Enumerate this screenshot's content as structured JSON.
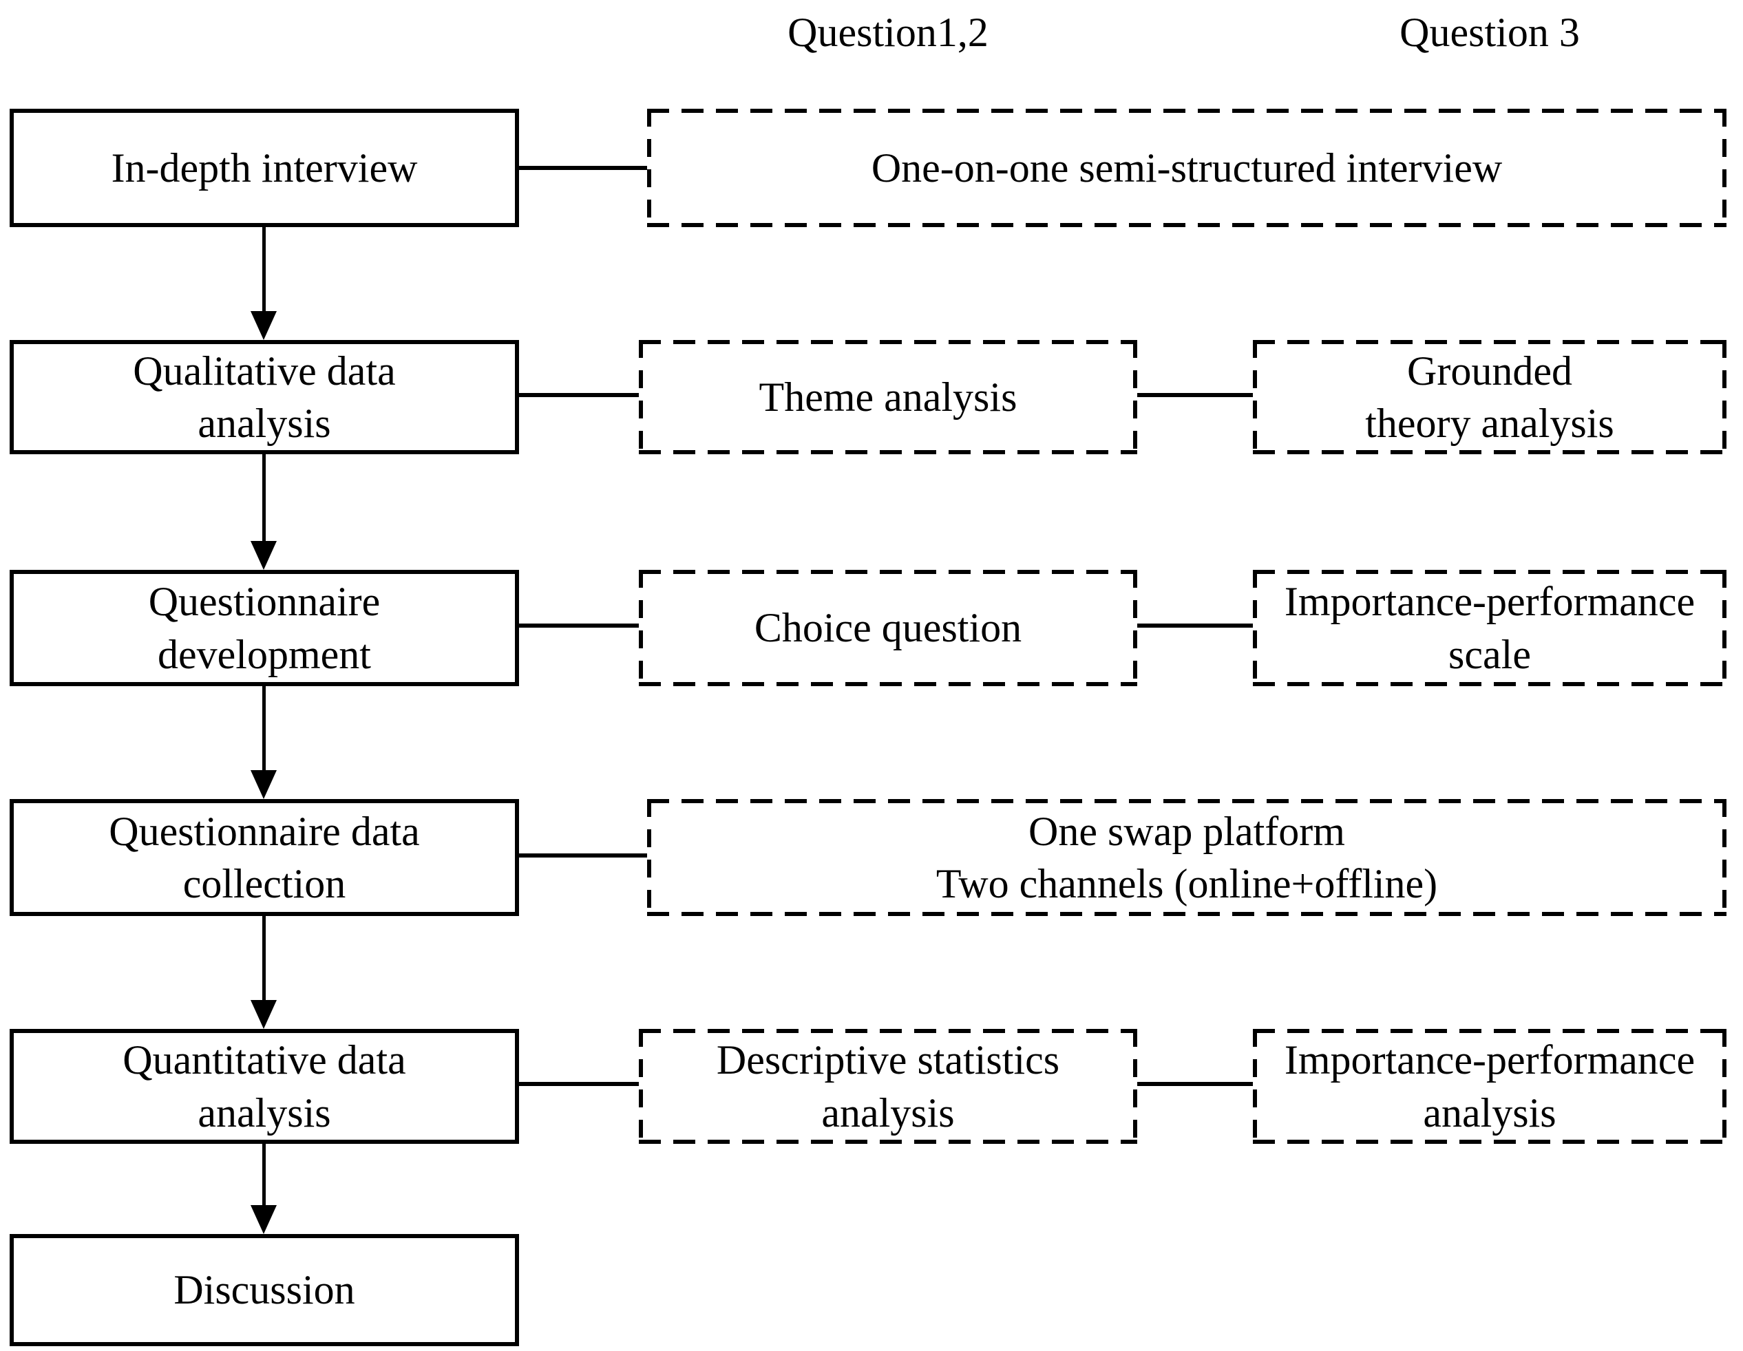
{
  "figure": {
    "background": "#ffffff",
    "line_color": "#000000",
    "text_color": "#000000"
  },
  "column_headers": {
    "questions_1_2": "Question1,2",
    "question_3": "Question 3"
  },
  "stages": [
    {
      "label": "In-depth interview"
    },
    {
      "label": "Qualitative data\nanalysis"
    },
    {
      "label": "Questionnaire\ndevelopment"
    },
    {
      "label": "Questionnaire data\ncollection"
    },
    {
      "label": "Quantitative data\nanalysis"
    },
    {
      "label": "Discussion"
    }
  ],
  "methods": [
    {
      "label": "One-on-one semi-structured interview"
    },
    {
      "label": "Theme analysis"
    },
    {
      "label": "Grounded\ntheory analysis"
    },
    {
      "label": "Choice question"
    },
    {
      "label": "Importance-performance\nscale"
    },
    {
      "label": "One swap platform\nTwo channels (online+offline)"
    },
    {
      "label": "Descriptive statistics\nanalysis"
    },
    {
      "label": "Importance-performance\nanalysis"
    }
  ]
}
